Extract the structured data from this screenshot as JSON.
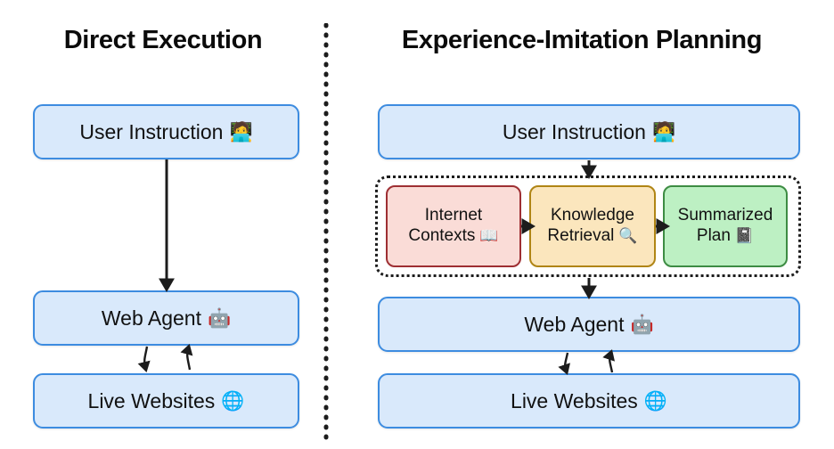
{
  "panels": {
    "left": {
      "title": "Direct Execution",
      "nodes": [
        {
          "id": "user-instruction",
          "label": "User Instruction",
          "emoji": "🧑‍💻",
          "emoji_name": "technologist-emoji",
          "color": "#d9e9fb"
        },
        {
          "id": "web-agent",
          "label": "Web Agent",
          "emoji": "🤖",
          "emoji_name": "robot-emoji",
          "color": "#d9e9fb"
        },
        {
          "id": "live-websites",
          "label": "Live Websites",
          "emoji": "🌐",
          "emoji_name": "globe-emoji",
          "color": "#d9e9fb"
        }
      ]
    },
    "right": {
      "title": "Experience-Imitation Planning",
      "nodes": [
        {
          "id": "user-instruction",
          "label": "User Instruction",
          "emoji": "🧑‍💻",
          "emoji_name": "technologist-emoji",
          "color": "#d9e9fb"
        },
        {
          "id": "web-agent",
          "label": "Web Agent",
          "emoji": "🤖",
          "emoji_name": "robot-emoji",
          "color": "#d9e9fb"
        },
        {
          "id": "live-websites",
          "label": "Live Websites",
          "emoji": "🌐",
          "emoji_name": "globe-emoji",
          "color": "#d9e9fb"
        }
      ],
      "pipeline": [
        {
          "id": "internet-contexts",
          "line1": "Internet",
          "line2": "Contexts",
          "emoji": "📖",
          "emoji_name": "open-book-emoji",
          "fill": "#fadcd7",
          "border": "#9e2f33"
        },
        {
          "id": "knowledge-retrieval",
          "line1": "Knowledge",
          "line2": "Retrieval",
          "emoji": "🔍",
          "emoji_name": "magnifying-glass-emoji",
          "fill": "#fbe6bd",
          "border": "#b08515"
        },
        {
          "id": "summarized-plan",
          "line1": "Summarized",
          "line2": "Plan",
          "emoji": "📓",
          "emoji_name": "notebook-emoji",
          "fill": "#bdf0c3",
          "border": "#3d8c43"
        }
      ]
    }
  },
  "style": {
    "background": "#ffffff",
    "blue_fill": "#d9e9fb",
    "blue_border": "#3d8ce0",
    "divider_color": "#1c1c1c",
    "arrow_color": "#1c1c1c",
    "title_color": "#0b0b0b"
  }
}
